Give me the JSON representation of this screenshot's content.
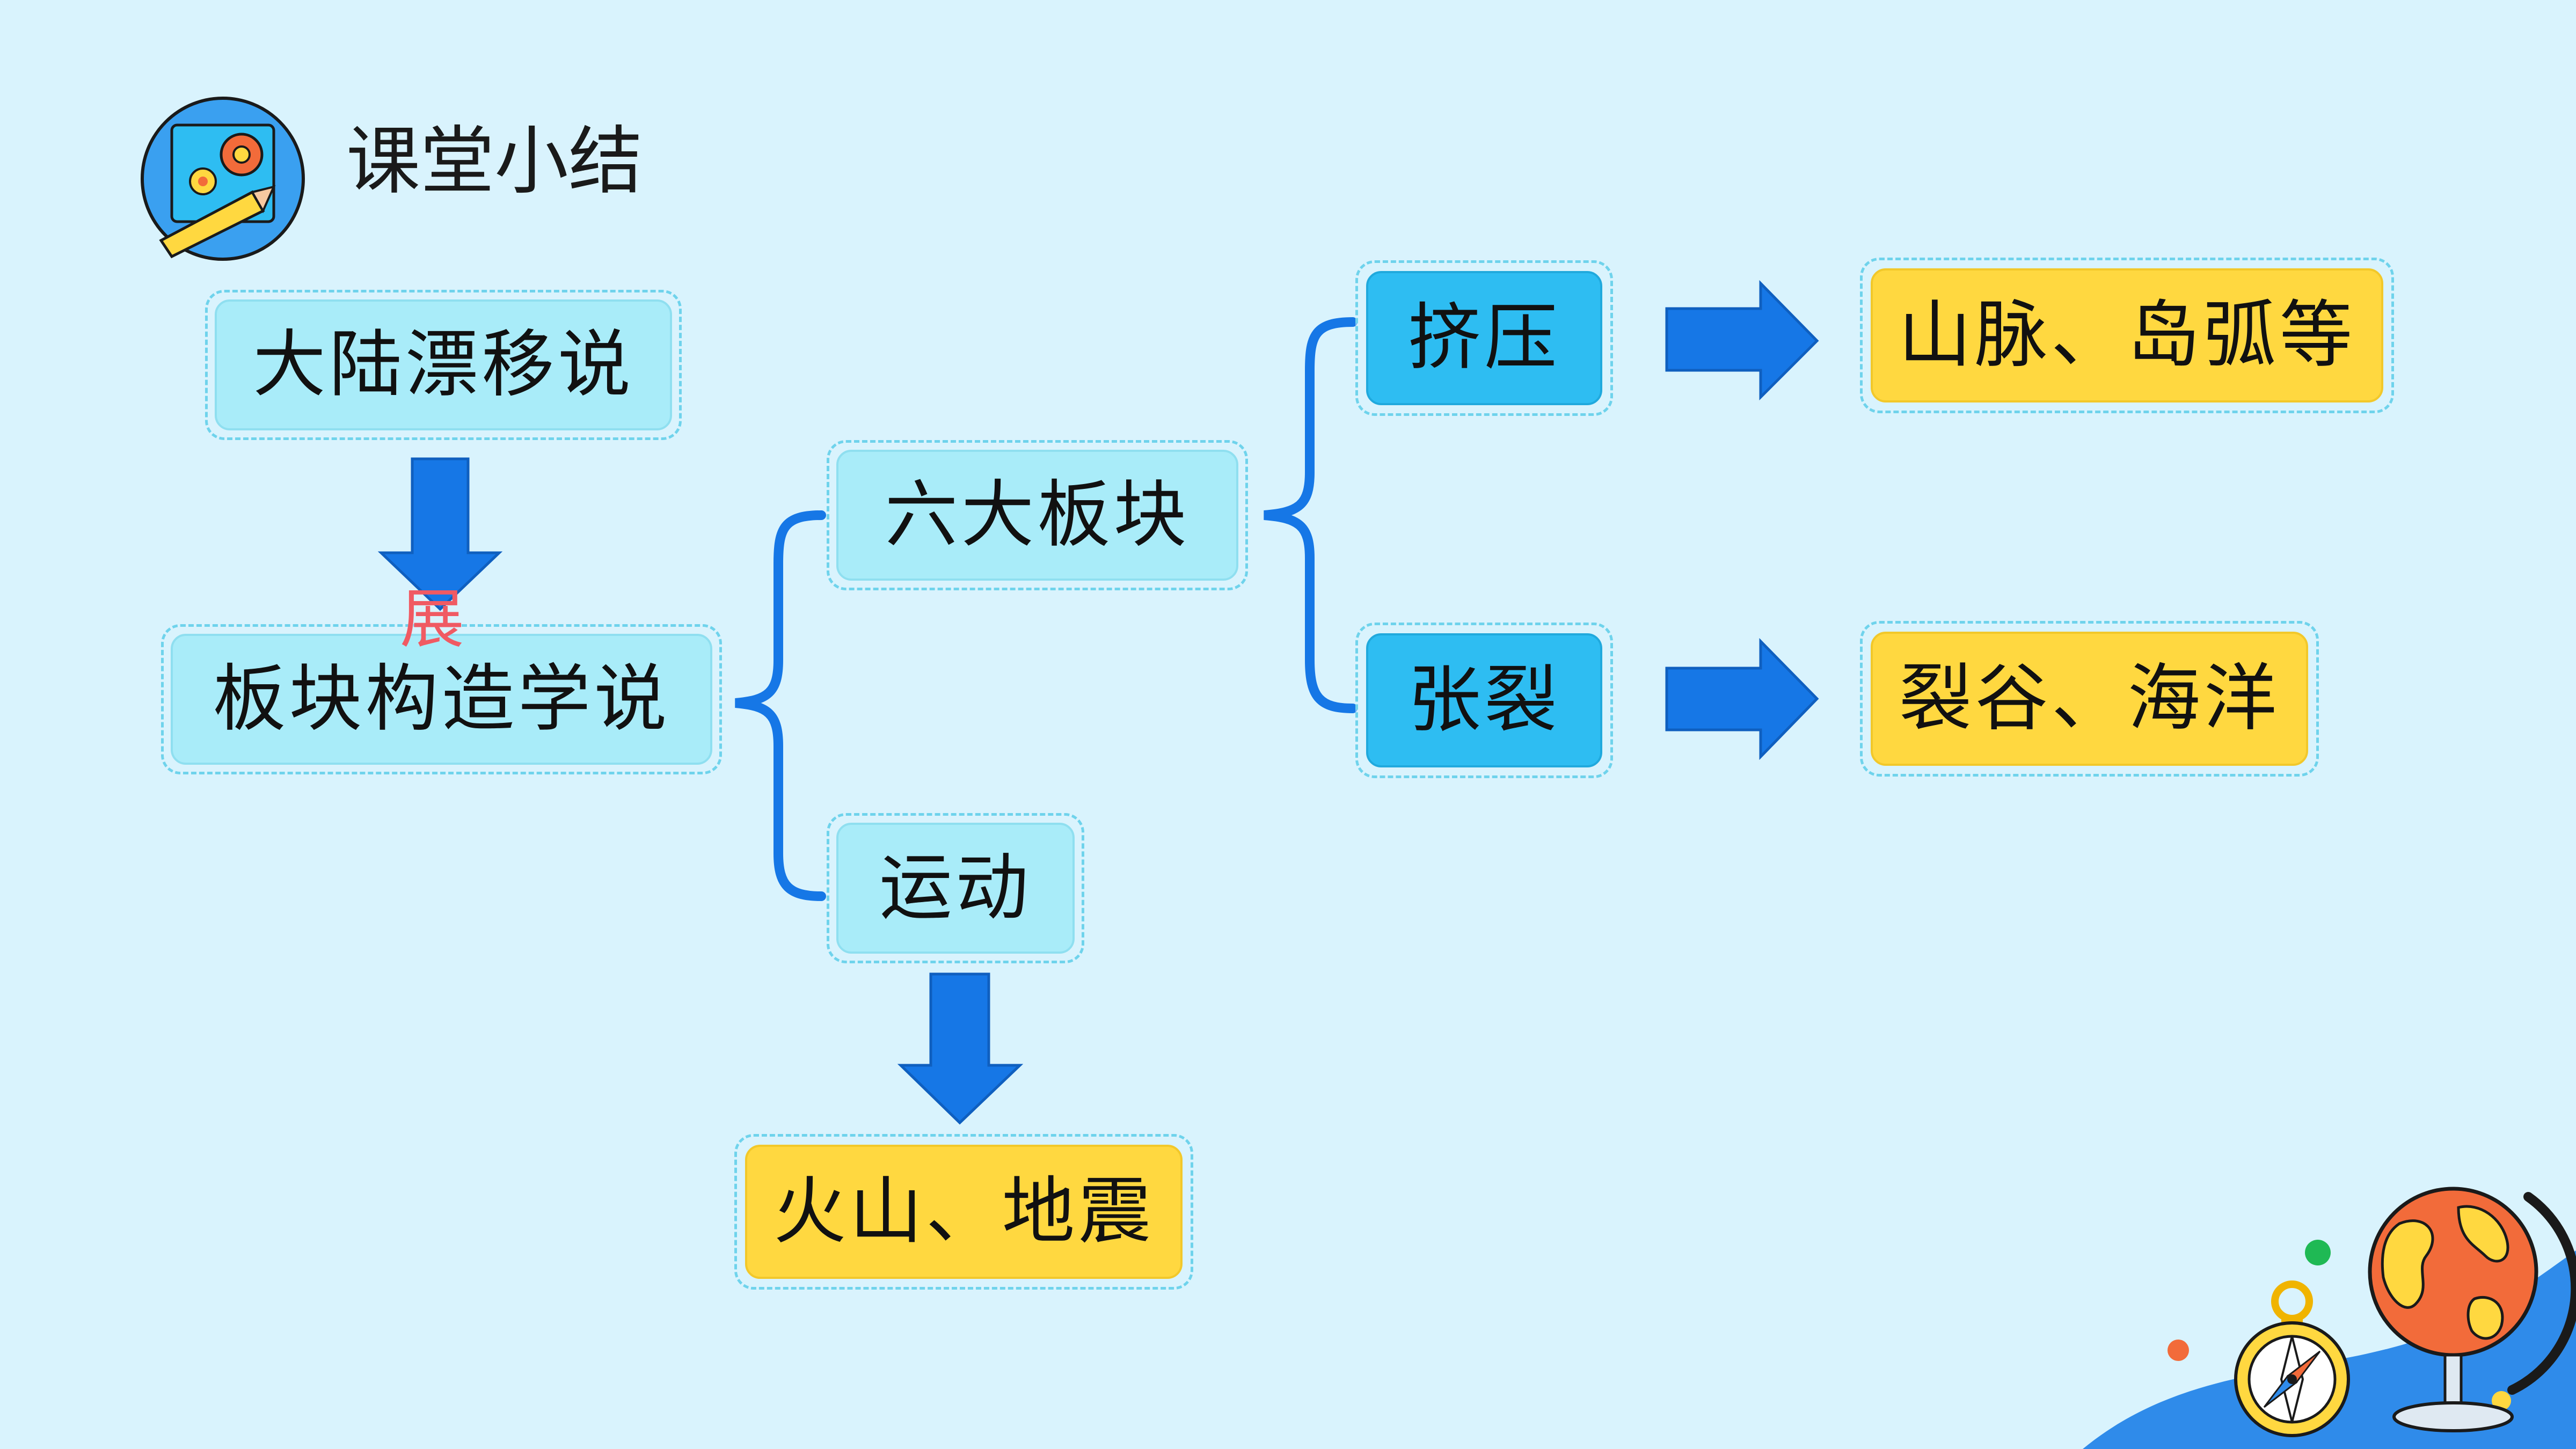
{
  "title": "课堂小结",
  "nodes": {
    "continental_drift": "大陆漂移说",
    "plate_tectonics": "板块构造学说",
    "six_plates": "六大板块",
    "movement": "运动",
    "compression": "挤压",
    "tension": "张裂",
    "mountains": "山脉、岛弧等",
    "rift_ocean": "裂谷、海洋",
    "volcano_quake": "火山、地震"
  },
  "annotation": "展",
  "colors": {
    "background": "#d9f3fd",
    "connector": "#1677e6",
    "node_light": "#a9ecf9",
    "node_blue": "#2ebdf2",
    "node_yellow": "#ffd840",
    "annotation_red": "#f05a63"
  },
  "icons": [
    "gear-pencil-badge-icon",
    "compass-icon",
    "globe-icon"
  ]
}
